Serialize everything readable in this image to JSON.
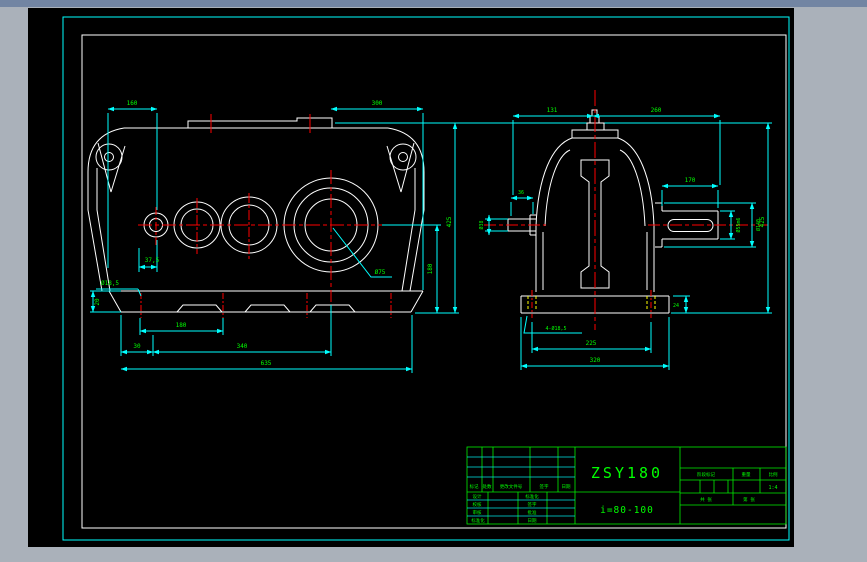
{
  "window": {
    "bg_color": "#aab1ba",
    "top_band_color": "#7285a3",
    "canvas_color": "#000000",
    "frame_cyan": "#00ffff",
    "line_white": "#ffffff",
    "dim_green": "#00ff00",
    "centerline_red": "#ff0000",
    "hidden_yellow": "#ffff00"
  },
  "front_view": {
    "dims": {
      "top_left": "160",
      "top_right": "300",
      "flange_offset": "37,5",
      "bolt_hole": "Ø18,5",
      "base_height": "20",
      "foot_pitch": "180",
      "foot_edge": "30",
      "mid_width": "340",
      "total_width": "635",
      "bore_label": "Ø75",
      "center_height": "180",
      "total_height": "425"
    }
  },
  "side_view": {
    "dims": {
      "top_left": "131",
      "top_right": "260",
      "stub_len": "36",
      "shaft_len": "170",
      "shaft_dia": "Ø55m6",
      "hub_dia": "Ø140",
      "left_dia": "Ø38",
      "total_height": "425",
      "bolt_note": "4-Ø18,5",
      "bolt_pitch": "225",
      "base_width": "320",
      "foot_height": "24"
    }
  },
  "title_block": {
    "model": "ZSY180",
    "ratio": "i=80-100",
    "scale_value": "1:4",
    "header_cells": [
      "标记",
      "处数",
      "更改文件号",
      "签字",
      "日期"
    ],
    "col1_rows": [
      "设计",
      "校核",
      "审核",
      "标准化"
    ],
    "col3_rows": [
      "标准化",
      "签字",
      "批准",
      "日期"
    ],
    "right": {
      "stage_label": "阶段标记",
      "weight_label": "重量",
      "scale_label": "比例",
      "sheets_total": "共 张",
      "sheet_no": "第 张"
    }
  }
}
